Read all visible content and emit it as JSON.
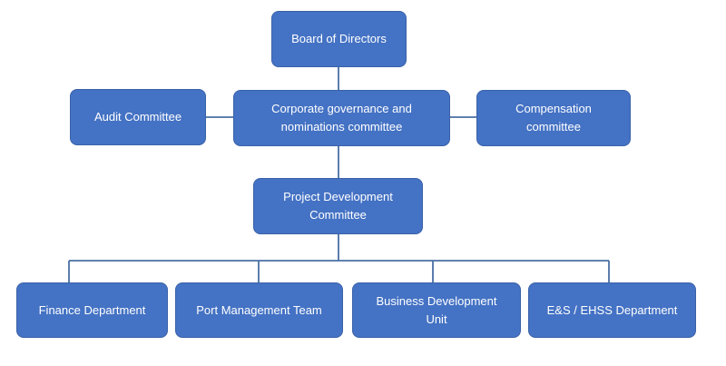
{
  "org_chart": {
    "board": "Board of Directors",
    "audit": "Audit Committee",
    "governance": "Corporate governance and nominations committee",
    "compensation": "Compensation committee",
    "project_dev": "Project Development Committee",
    "finance": "Finance Department",
    "port": "Port Management Team",
    "business": "Business Development Unit",
    "ehss": "E&S / EHSS Department"
  },
  "colors": {
    "node_fill": "#4472c4",
    "node_border": "#3a62a8",
    "connector": "#4a6fa5",
    "text": "#ffffff"
  }
}
